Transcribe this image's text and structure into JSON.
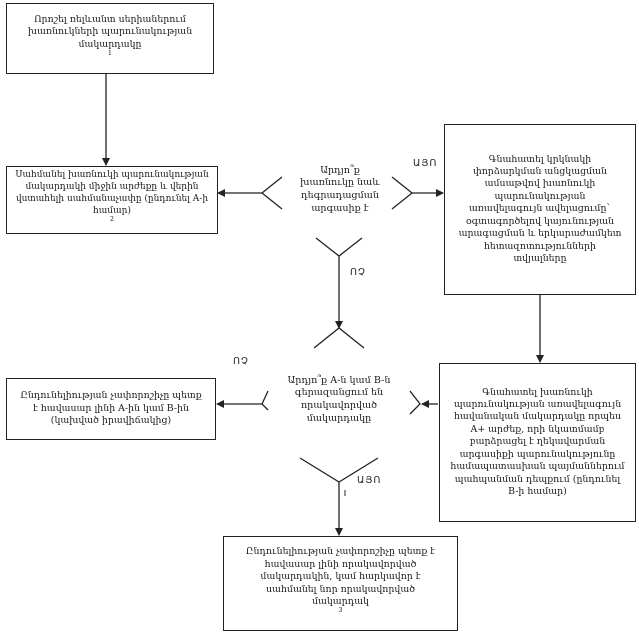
{
  "boxes": {
    "top_left": {
      "text": "Որոշել ռելևանտ սերիաներում խառնուկների պարունակության մակարդակը",
      "note": "1"
    },
    "mid_left": {
      "text": "Սահմանել խառնուկի պարունակության մակարդակի միջին արժեքը և վերին վստահելի սահմանաչափը (ընդունել A-ի համար)",
      "note": "2"
    },
    "right_top": {
      "text": "Գնահատել կրկնակի փորձարկման անցկացման ամսաթվով խառնուկի պարունակության առավելագույն ավելացումը` օգտագործելով կայունության արագացման և երկարաժամկետ հետազոտությունների տվյալները"
    },
    "right_bottom": {
      "text": "Գնահատել խառնուկի պարունակության առավելագույն հավանական մակարդակը որպես A+ արժեք, որի նկատմամբ բարձրացել է ղեկավարման արգասիքի պարունակությունը համապատասխան պայմաններում պահպանման դեպքում (ընդունել B-ի համար)"
    },
    "bottom_left": {
      "text": "Ընդունելիության չափորոշիչը պետք է հավասար լինի A-ին կամ B-ին (կախված իրավիճակից)"
    },
    "bottom_center": {
      "text": "Ընդունելիության չափորոշիչը պետք է հավասար լինի որակավորված մակարդակին, կամ հարկավոր է սահմանել նոր որակավորված մակարդակ",
      "note": "3"
    }
  },
  "decisions": {
    "upper": "Արդյո՞ք խառնուկը նաև դեգրադացման արգասիք է",
    "lower": "Արդյո՞ք A-ն կամ B-ն գերազանցում են որակավորված մակարդակը"
  },
  "edge_labels": {
    "upper_yes": "ԱՅՈ",
    "upper_no": "ՈՉ",
    "lower_no": "ՈՉ",
    "lower_yes": "ԱՅՈ"
  },
  "colors": {
    "line": "#222222",
    "background": "#ffffff"
  }
}
